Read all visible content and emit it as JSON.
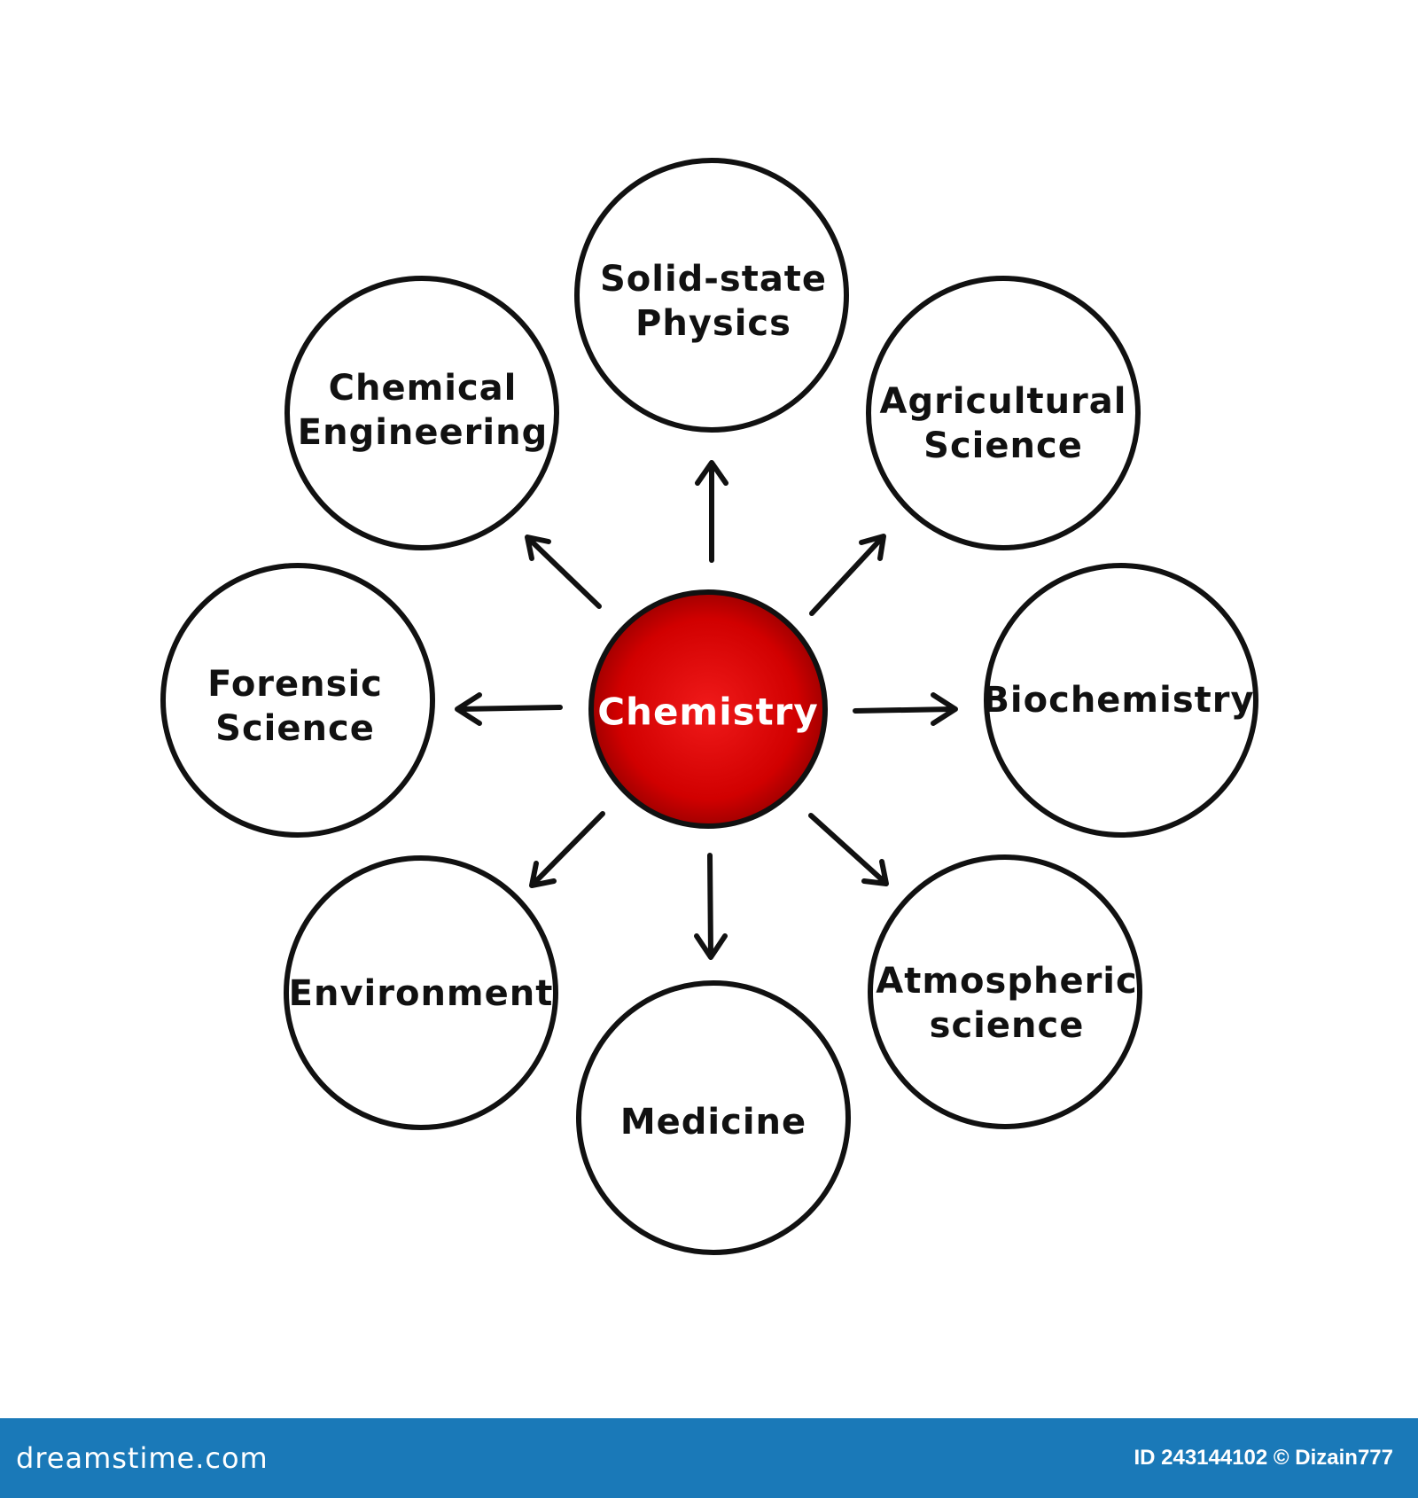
{
  "diagram": {
    "center": {
      "label": "Chemistry",
      "fill": "#d10000"
    },
    "nodes": [
      {
        "id": "solid-state-physics",
        "label": "Solid-state\nPhysics"
      },
      {
        "id": "agricultural-science",
        "label": "Agricultural\nScience"
      },
      {
        "id": "biochemistry",
        "label": "Biochemistry"
      },
      {
        "id": "atmospheric-science",
        "label": "Atmospheric\nscience"
      },
      {
        "id": "medicine",
        "label": "Medicine"
      },
      {
        "id": "environment",
        "label": "Environment"
      },
      {
        "id": "forensic-science",
        "label": "Forensic\nScience"
      },
      {
        "id": "chemical-engineering",
        "label": "Chemical\nEngineering"
      }
    ],
    "edges": [
      {
        "from": "center",
        "to": "solid-state-physics"
      },
      {
        "from": "center",
        "to": "agricultural-science"
      },
      {
        "from": "center",
        "to": "biochemistry"
      },
      {
        "from": "center",
        "to": "atmospheric-science"
      },
      {
        "from": "center",
        "to": "medicine"
      },
      {
        "from": "center",
        "to": "environment"
      },
      {
        "from": "center",
        "to": "forensic-science"
      },
      {
        "from": "center",
        "to": "chemical-engineering"
      }
    ]
  },
  "footer": {
    "brand": "dreamstime.com",
    "credit": "ID 243144102 © Dizain777",
    "background": "#1a79b8"
  }
}
